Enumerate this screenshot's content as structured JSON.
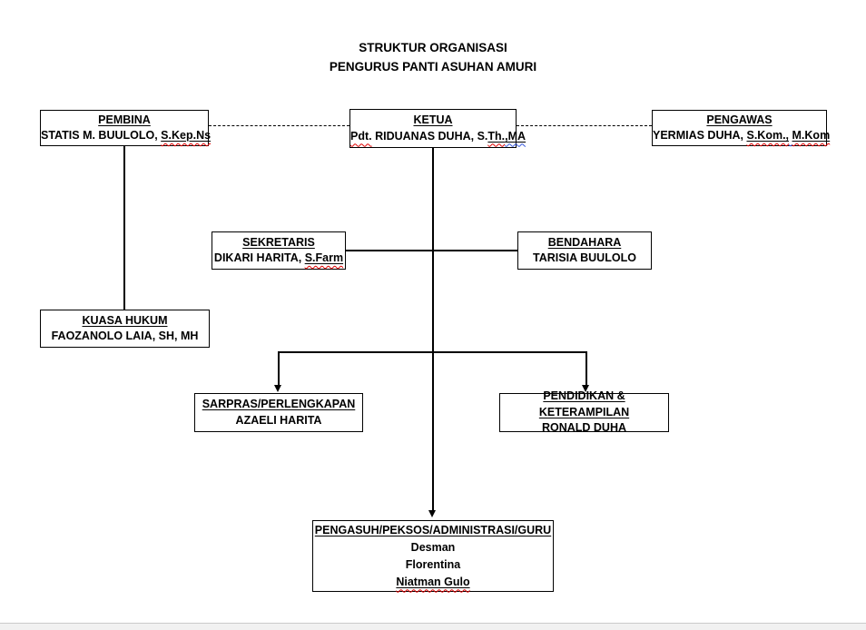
{
  "title": {
    "line1": "STRUKTUR ORGANISASI",
    "line2": "PENGURUS PANTI ASUHAN AMURI"
  },
  "colors": {
    "box_border": "#000000",
    "connector": "#000000",
    "spellcheck_underline": "#e10000",
    "grammar_underline": "#3355dd",
    "scrollbar_track": "#f1f1f1",
    "scrollbar_border": "#cacaca",
    "background": "#ffffff"
  },
  "boxes": {
    "pembina": {
      "title": "PEMBINA",
      "lines": [
        [
          {
            "t": "STATIS M. BUULOLO, "
          },
          {
            "t": "S.Kep.Ns",
            "u": true,
            "w": "red"
          }
        ]
      ]
    },
    "ketua": {
      "title": "KETUA",
      "lines": [
        [
          {
            "t": "Pdt.",
            "w": "red"
          },
          {
            "t": " RIDUANAS DUHA, S."
          },
          {
            "t": "Th.",
            "u": true,
            "w": "red"
          },
          {
            "t": ",MA",
            "u": true,
            "w": "blue"
          }
        ]
      ]
    },
    "pengawas": {
      "title": "PENGAWAS",
      "lines": [
        [
          {
            "t": "YERMIAS DUHA, "
          },
          {
            "t": "S.Kom.,",
            "u": true,
            "w": "red"
          },
          {
            "t": " ",
            "w": "blue"
          },
          {
            "t": "M.Kom",
            "u": true,
            "w": "red"
          }
        ]
      ]
    },
    "sekretaris": {
      "title": "SEKRETARIS",
      "lines": [
        [
          {
            "t": "DIKARI HARITA, "
          },
          {
            "t": "S.Farm",
            "u": true,
            "w": "red"
          }
        ]
      ]
    },
    "bendahara": {
      "title": "BENDAHARA",
      "lines": [
        [
          {
            "t": "TARISIA BUULOLO"
          }
        ]
      ]
    },
    "kuasa_hukum": {
      "title": "KUASA HUKUM",
      "lines": [
        [
          {
            "t": "FAOZANOLO LAIA, SH, MH"
          }
        ]
      ]
    },
    "sarpras": {
      "title": "SARPRAS/PERLENGKAPAN",
      "lines": [
        [
          {
            "t": "AZAELI HARITA"
          }
        ]
      ]
    },
    "pendidikan": {
      "title": "PENDIDIKAN & KETERAMPILAN",
      "lines": [
        [
          {
            "t": "RONALD DUHA"
          }
        ]
      ]
    },
    "pengasuh": {
      "title": "PENGASUH/PEKSOS/ADMINISTRASI/GURU",
      "lines": [
        [
          {
            "t": "Desman"
          }
        ],
        [
          {
            "t": "Florentina"
          }
        ],
        [
          {
            "t": "Niatman Gulo",
            "u": true,
            "w": "red"
          }
        ]
      ]
    }
  }
}
